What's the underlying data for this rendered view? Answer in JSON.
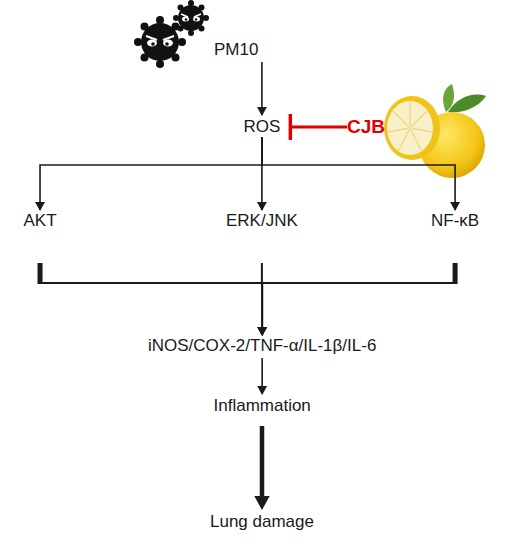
{
  "diagram": {
    "nodes": [
      {
        "text": [
          "PM10"
        ]
      },
      {
        "text": [
          "ROS"
        ]
      },
      {
        "text": [
          "CJB"
        ]
      },
      {
        "text": [
          "AKT"
        ]
      },
      {
        "text": [
          "ERK/JNK"
        ]
      },
      {
        "text": [
          "NF-κB"
        ]
      },
      {
        "text": [
          "iNOS/COX-2/TNF-α/IL-1β/IL-6"
        ]
      },
      {
        "text": [
          "Inflammation"
        ]
      },
      {
        "text": [
          "Lung damage"
        ]
      }
    ],
    "edges": [
      {
        "from": 0,
        "to": 1,
        "arrow": "to"
      },
      {
        "from": 2,
        "to": 1,
        "arrow": "to"
      },
      {
        "from": 1,
        "to": 3,
        "arrow": "to"
      },
      {
        "from": 1,
        "to": 4,
        "arrow": "to"
      },
      {
        "from": 1,
        "to": 5,
        "arrow": "to"
      },
      {
        "from": 3,
        "to": 6,
        "arrow": "to"
      },
      {
        "from": 4,
        "to": 6,
        "arrow": "to"
      },
      {
        "from": 5,
        "to": 6,
        "arrow": "to"
      },
      {
        "from": 6,
        "to": 7,
        "arrow": "to"
      },
      {
        "from": 7,
        "to": 8,
        "arrow": "to"
      }
    ]
  }
}
